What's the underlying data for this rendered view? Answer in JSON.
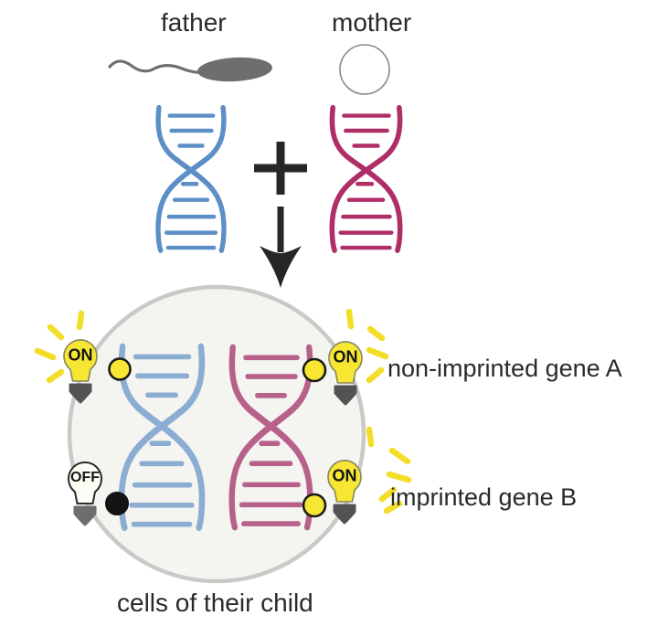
{
  "parents": {
    "father": {
      "label": "father"
    },
    "mother": {
      "label": "mother"
    }
  },
  "icons": {
    "sperm": "sperm-icon",
    "egg": "egg-icon",
    "plus": "plus-icon",
    "arrow_down": "arrow-down-icon",
    "lightbulb_on": "lightbulb-on-icon",
    "lightbulb_off": "lightbulb-off-icon",
    "gene_active_marker": "yellow-dot-icon",
    "gene_silenced_marker": "black-dot-icon"
  },
  "child_cell": {
    "label": "cells of their child",
    "genes": [
      {
        "name": "non-imprinted gene A",
        "paternal_state": "ON",
        "maternal_state": "ON"
      },
      {
        "name": "imprinted gene B",
        "paternal_state": "OFF",
        "maternal_state": "ON"
      }
    ]
  },
  "colors": {
    "paternal_dna": "#5d8fc6",
    "maternal_dna": "#b02e67",
    "paternal_dna_child": "#8cadd2",
    "maternal_dna_child": "#b7618a",
    "bulb_on": "#f7e733",
    "bulb_off": "#fdfdf6",
    "ray": "#f2de28",
    "cell_fill": "#f4f4f1",
    "cell_stroke": "#c9c9c7",
    "gamete_gray": "#6e6e6e",
    "ink": "#262626"
  }
}
